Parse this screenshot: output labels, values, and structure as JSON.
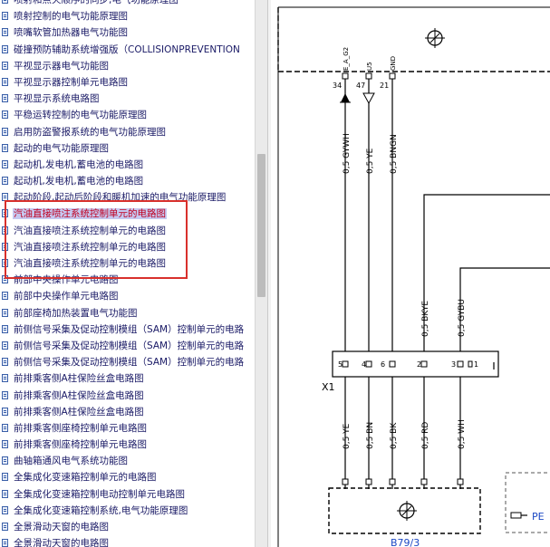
{
  "sidebar": {
    "items": [
      {
        "label": "喷射和点火顺序的同步,电气功能原理图",
        "selected": false
      },
      {
        "label": "喷射控制的电气功能原理图",
        "selected": false
      },
      {
        "label": "喷嘴软管加热器电气功能图",
        "selected": false
      },
      {
        "label": "碰撞预防辅助系统增强版（COLLISIONPREVENTION",
        "selected": false
      },
      {
        "label": "平视显示器电气功能图",
        "selected": false
      },
      {
        "label": "平视显示器控制单元电路图",
        "selected": false
      },
      {
        "label": "平视显示系统电路图",
        "selected": false
      },
      {
        "label": "平稳运转控制的电气功能原理图",
        "selected": false
      },
      {
        "label": "启用防盗警报系统的电气功能原理图",
        "selected": false
      },
      {
        "label": "起动的电气功能原理图",
        "selected": false
      },
      {
        "label": "起动机,发电机,蓄电池的电路图",
        "selected": false
      },
      {
        "label": "起动机,发电机,蓄电池的电路图",
        "selected": false
      },
      {
        "label": "起动阶段,起动后阶段和暖机加速的电气功能原理图",
        "selected": false
      },
      {
        "label": "汽油直接喷注系统控制单元的电路图",
        "selected": true
      },
      {
        "label": "汽油直接喷注系统控制单元的电路图",
        "selected": false
      },
      {
        "label": "汽油直接喷注系统控制单元的电路图",
        "selected": false
      },
      {
        "label": "汽油直接喷注系统控制单元的电路图",
        "selected": false
      },
      {
        "label": "前部中央操作单元电路图",
        "selected": false
      },
      {
        "label": "前部中央操作单元电路图",
        "selected": false
      },
      {
        "label": "前部座椅加热装置电气功能图",
        "selected": false
      },
      {
        "label": "前侧信号采集及促动控制模组（SAM）控制单元的电路",
        "selected": false
      },
      {
        "label": "前侧信号采集及促动控制模组（SAM）控制单元的电路",
        "selected": false
      },
      {
        "label": "前侧信号采集及促动控制模组（SAM）控制单元的电路",
        "selected": false
      },
      {
        "label": "前排乘客侧A柱保险丝盒电路图",
        "selected": false
      },
      {
        "label": "前排乘客侧A柱保险丝盒电路图",
        "selected": false
      },
      {
        "label": "前排乘客侧A柱保险丝盒电路图",
        "selected": false
      },
      {
        "label": "前排乘客侧座椅控制单元电路图",
        "selected": false
      },
      {
        "label": "前排乘客侧座椅控制单元电路图",
        "selected": false
      },
      {
        "label": "曲轴箱通风电气系统功能图",
        "selected": false
      },
      {
        "label": "全集成化变速箱控制单元的电路图",
        "selected": false
      },
      {
        "label": "全集成化变速箱控制电动控制单元电路图",
        "selected": false
      },
      {
        "label": "全集成化变速箱控制系统,电气功能原理图",
        "selected": false
      },
      {
        "label": "全景滑动天窗的电路图",
        "selected": false
      },
      {
        "label": "全景滑动天窗的电路图",
        "selected": false
      }
    ]
  },
  "diagram": {
    "signals": [
      {
        "name": "E_A_G2",
        "pin": "34",
        "wire": "0,5 GYWH",
        "arrow": "down"
      },
      {
        "name": "U5",
        "pin": "47",
        "wire": "0,5 YE",
        "arrow": "down-open"
      },
      {
        "name": "GND",
        "pin": "21",
        "wire": "0,5 BNGN",
        "arrow": "none"
      }
    ],
    "right_wires": [
      "0,5 BKYE",
      "0,5 GYBU"
    ],
    "connector_label": "X1",
    "connector_pins": [
      "5",
      "4",
      "6",
      "2",
      "3",
      "1"
    ],
    "lower_wires": [
      "0,5 YE",
      "0,5 BN",
      "0,5 BK",
      "0,5 RD",
      "0,5 WH"
    ],
    "component_label": "B79/3",
    "ref_link": "PE"
  },
  "colors": {
    "link": "#1a1a66",
    "selected_text": "#c00020",
    "selected_bg": "#c6c8f0",
    "highlight_border": "#d8302c",
    "ref_link": "#1b48c4"
  },
  "icons": {
    "list_item": "document-icon",
    "sensor": "sensor-symbol-icon",
    "ref_arrow": "pointing-hand-icon"
  }
}
